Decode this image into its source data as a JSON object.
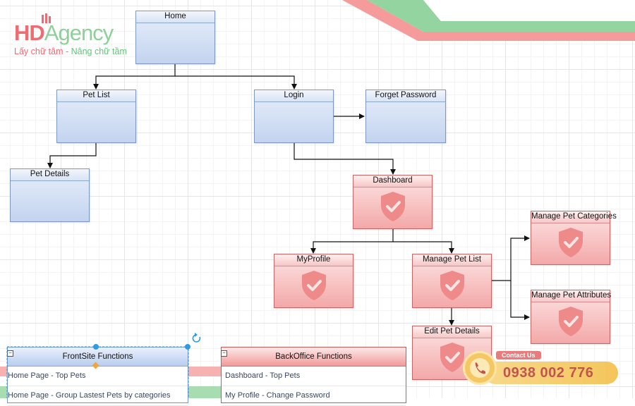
{
  "logo": {
    "brand_hd": "HD",
    "brand_agency": "Agency",
    "tag_a": "Lấy chữ tâm",
    "tag_sep": " - ",
    "tag_b": "Nâng chữ tầm"
  },
  "nodes": {
    "home": "Home",
    "pet_list": "Pet List",
    "login": "Login",
    "forget_password": "Forget Password",
    "pet_details": "Pet Details",
    "dashboard": "Dashboard",
    "my_profile": "MyProfile",
    "manage_pet_list": "Manage Pet List",
    "manage_pet_categories": "Manage Pet Categories",
    "manage_pet_attributes": "Manage Pet Attributes",
    "edit_pet_details": "Edit Pet Details"
  },
  "frontsite": {
    "title": "FrontSite Functions",
    "rows": [
      "Home Page - Top Pets",
      "Home Page - Group Lastest Pets by categories"
    ]
  },
  "backoffice": {
    "title": "BackOffice Functions",
    "rows": [
      "Dashboard - Top Pets",
      "My Profile - Change Password"
    ]
  },
  "contact": {
    "label": "Contact Us",
    "phone": "0938 002 776"
  },
  "colors": {
    "blue_node": "#c3d4ef",
    "red_node": "#f3a8a8",
    "accent_red": "#f08c8c",
    "accent_green": "#8ed09a"
  }
}
